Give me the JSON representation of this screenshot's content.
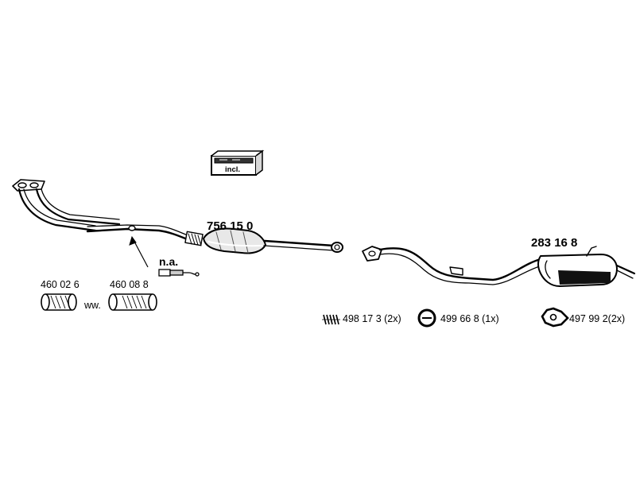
{
  "parts": {
    "front_pipe_catalyst": "756 15 0",
    "rear_silencer": "283 16 8",
    "not_available": "n.a.",
    "included": "incl.",
    "flex_left": "460 02 6",
    "flex_right": "460 08 8",
    "alternative": "ww.",
    "spring": "498 17 3 (2x)",
    "ring": "499 66 8 (1x)",
    "hanger": "497 99 2(2x)"
  },
  "icons": {
    "incl_box": "mounting-kit-box-icon",
    "spring": "spring-icon",
    "ring": "rubber-ring-icon",
    "hanger": "rubber-hanger-icon"
  }
}
